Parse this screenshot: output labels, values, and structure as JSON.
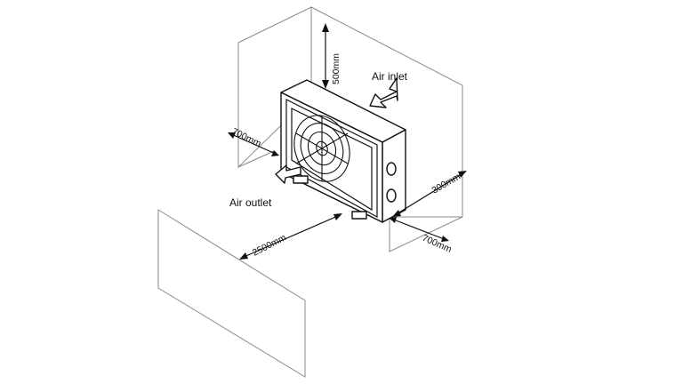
{
  "labels": {
    "air_inlet": "Air inlet",
    "air_outlet": "Air outlet"
  },
  "dimensions": {
    "top_clearance": "500mm",
    "left_clearance": "700mm",
    "back_clearance": "300mm",
    "right_clearance": "700mm",
    "front_clearance": "2500mm"
  },
  "colors": {
    "line": "#111111",
    "wall": "#8a8a8a",
    "background": "#ffffff"
  },
  "icons": [
    "air-inlet-arrow-icon",
    "air-outlet-arrow-icon",
    "fan-icon"
  ]
}
